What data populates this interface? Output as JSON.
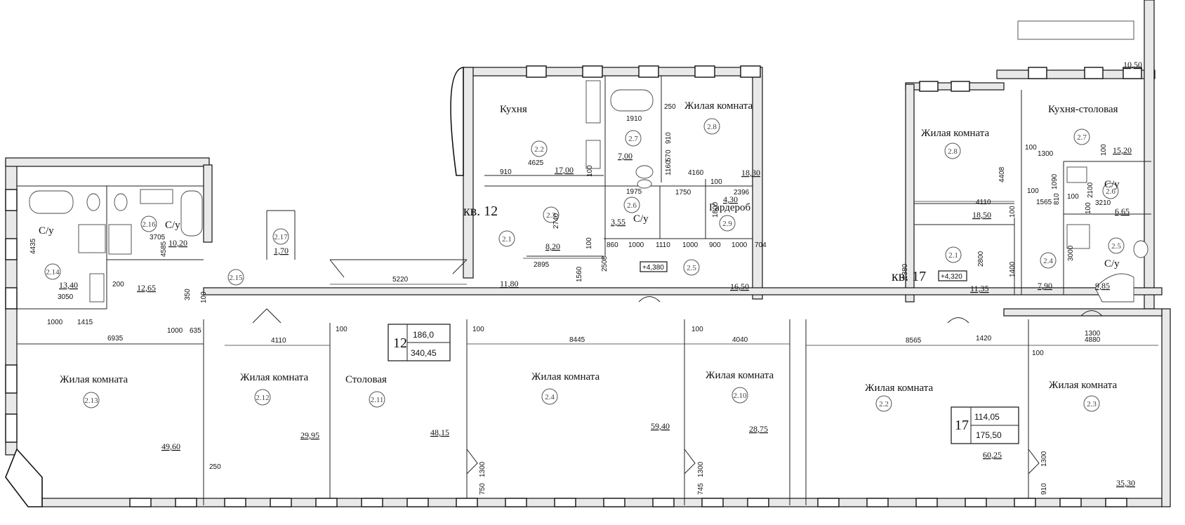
{
  "flat12": {
    "number": "12",
    "area_main": "186,0",
    "area_total": "340,45",
    "entry_label": "кв. 12",
    "level": "+4,380",
    "rooms": [
      {
        "id": "2.1",
        "name": "",
        "area": "11,80"
      },
      {
        "id": "2.2",
        "name": "Кухня",
        "area": "17,00"
      },
      {
        "id": "2.3",
        "name": "",
        "area": "8,20"
      },
      {
        "id": "2.4",
        "name": "Жилая комната",
        "area": "59,40"
      },
      {
        "id": "2.5",
        "name": "",
        "area": "16,50"
      },
      {
        "id": "2.6",
        "name": "С/у",
        "area": "3,55"
      },
      {
        "id": "2.7",
        "name": "",
        "area": "7,00"
      },
      {
        "id": "2.8",
        "name": "Жилая комната",
        "area": "18,30"
      },
      {
        "id": "2.9",
        "name": "Гардероб",
        "area": "4,30"
      },
      {
        "id": "2.10",
        "name": "Жилая комната",
        "area": "28,75"
      },
      {
        "id": "2.11",
        "name": "Столовая",
        "area": "48,15"
      },
      {
        "id": "2.12",
        "name": "Жилая комната",
        "area": "29,95"
      },
      {
        "id": "2.13",
        "name": "Жилая комната",
        "area": "49,60"
      },
      {
        "id": "2.14",
        "name": "С/у",
        "area": "13,40"
      },
      {
        "id": "2.15",
        "name": "",
        "area": "12,65"
      },
      {
        "id": "2.16",
        "name": "С/у",
        "area": "10,20"
      },
      {
        "id": "2.17",
        "name": "",
        "area": "1,70"
      }
    ]
  },
  "flat17": {
    "number": "17",
    "area_main": "114,05",
    "area_total": "175,50",
    "entry_label": "кв. 17",
    "level": "+4,320",
    "rooms": [
      {
        "id": "2.1",
        "name": "",
        "area": "11,35"
      },
      {
        "id": "2.2",
        "name": "Жилая комната",
        "area": "60,25"
      },
      {
        "id": "2.3",
        "name": "Жилая комната",
        "area": "35,30"
      },
      {
        "id": "2.4",
        "name": "",
        "area": "7,90"
      },
      {
        "id": "2.5",
        "name": "С/у",
        "area": "9,85"
      },
      {
        "id": "2.6",
        "name": "С/у",
        "area": "6,65"
      },
      {
        "id": "2.7",
        "name": "Кухня-столовая",
        "area": "15,20"
      },
      {
        "id": "2.8",
        "name": "Жилая комната",
        "area": "18,50"
      }
    ],
    "extra_area": "10,50"
  },
  "dimensions": {
    "d6935": "6935",
    "d4110a": "4110",
    "d5220": "5220",
    "d8445": "8445",
    "d4040": "4040",
    "d8565": "8565",
    "d4880": "4880",
    "d1420": "1420",
    "d1300a": "1300",
    "d1000a": "1000",
    "d1415": "1415",
    "d1000b": "1000",
    "d635": "635",
    "d3050": "3050",
    "d3705": "3705",
    "d4435": "4435",
    "d4585": "4585",
    "d200": "200",
    "d350": "350",
    "d100a": "100",
    "d250a": "250",
    "d910a": "910",
    "d4625": "4625",
    "d100b": "100",
    "d2740": "2740",
    "d2895": "2895",
    "d1560": "1560",
    "d2508": "2508",
    "d100c": "100",
    "d1910": "1910",
    "d250b": "250",
    "d910b": "910",
    "d570": "570",
    "d1160": "1160",
    "d4160": "4160",
    "d1975": "1975",
    "d1750": "1750",
    "d2396": "2396",
    "d100d": "100",
    "d1800": "1800",
    "d860": "860",
    "d1000c": "1000",
    "d1110": "1110",
    "d1000d": "1000",
    "d900": "900",
    "d1000e": "1000",
    "d704": "704",
    "d1300b": "1300",
    "d750": "750",
    "d1300c": "1300",
    "d745": "745",
    "d100e": "100",
    "d100f": "100",
    "d100g": "100",
    "d4408": "4408",
    "d100h": "100",
    "d1300d": "1300",
    "d100i": "100",
    "d1090": "1090",
    "d2100": "2100",
    "d100j": "100",
    "d4110b": "4110",
    "d1565": "1565",
    "d810": "810",
    "d100k": "100",
    "d3210": "3210",
    "d100l": "100",
    "d100m": "100",
    "d2800": "2800",
    "d1400": "1400",
    "d3000": "3000",
    "d1380": "1380",
    "d1300e": "1300",
    "d910c": "910",
    "d100n": "100"
  }
}
